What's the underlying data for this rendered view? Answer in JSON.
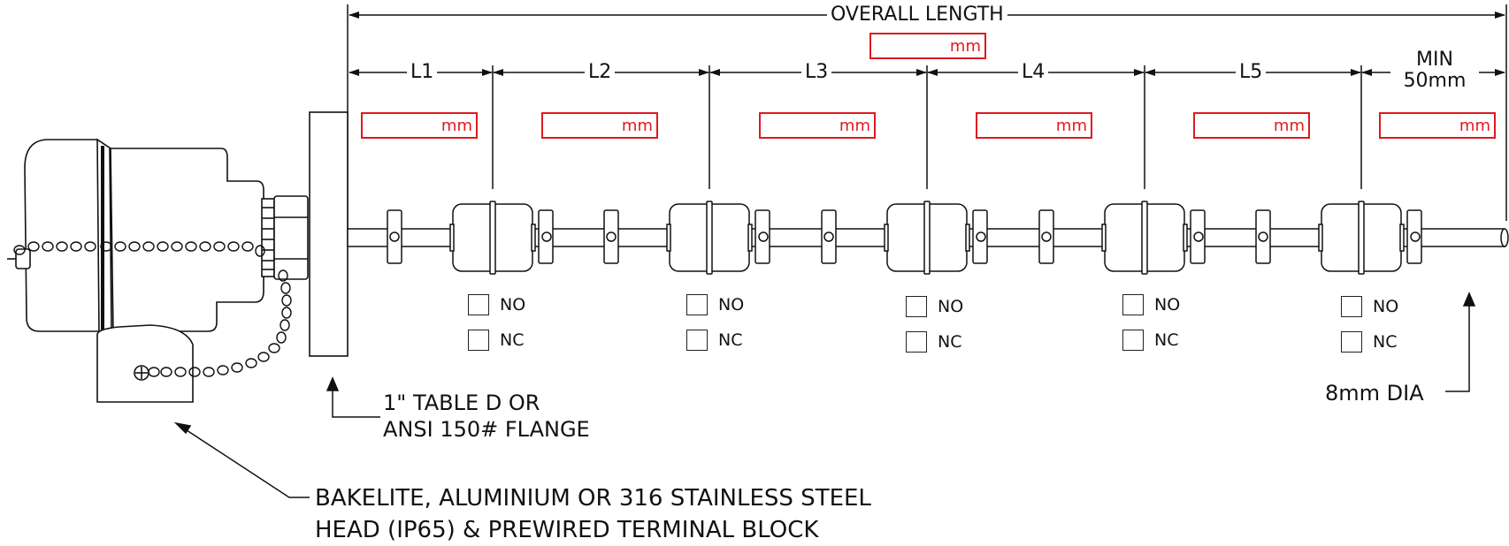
{
  "overall": {
    "label": "OVERALL LENGTH",
    "unit": "mm",
    "value": ""
  },
  "sections": [
    {
      "label": "L1",
      "unit": "mm",
      "value": ""
    },
    {
      "label": "L2",
      "unit": "mm",
      "value": ""
    },
    {
      "label": "L3",
      "unit": "mm",
      "value": ""
    },
    {
      "label": "L4",
      "unit": "mm",
      "value": ""
    },
    {
      "label": "L5",
      "unit": "mm",
      "value": ""
    }
  ],
  "min_section": {
    "label_line1": "MIN",
    "label_line2": "50mm",
    "unit": "mm",
    "value": ""
  },
  "switches": [
    {
      "no_label": "NO",
      "nc_label": "NC"
    },
    {
      "no_label": "NO",
      "nc_label": "NC"
    },
    {
      "no_label": "NO",
      "nc_label": "NC"
    },
    {
      "no_label": "NO",
      "nc_label": "NC"
    },
    {
      "no_label": "NO",
      "nc_label": "NC"
    }
  ],
  "flange_note": {
    "line1": "1\" TABLE D OR",
    "line2": "ANSI 150# FLANGE"
  },
  "diameter_note": "8mm DIA",
  "head_note": {
    "line1": "BAKELITE, ALUMINIUM OR 316 STAINLESS STEEL",
    "line2": "HEAD (IP65) & PREWIRED TERMINAL BLOCK"
  },
  "colors": {
    "line": "#111111",
    "accent": "#e0191e"
  }
}
